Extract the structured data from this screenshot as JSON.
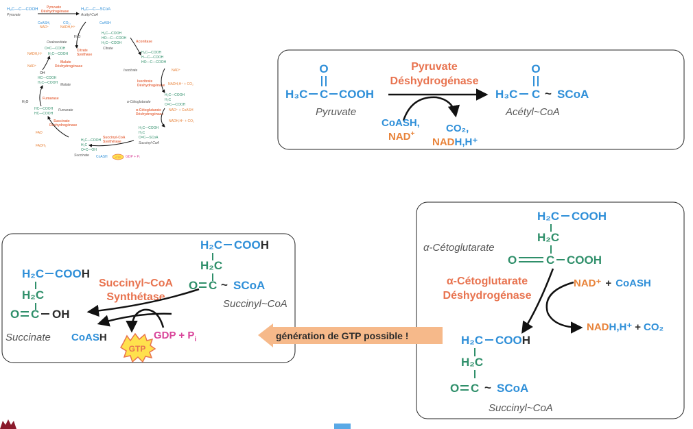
{
  "panel_top": {
    "pyruvate": {
      "h3c": "H₃C",
      "c": "C",
      "o": "O",
      "cooh": "COOH"
    },
    "acetyl": {
      "h3c": "H₃C",
      "c": "C",
      "o": "O",
      "tilde": "~",
      "scoa": "SCoA"
    },
    "enzyme_line1": "Pyruvate",
    "enzyme_line2": "Déshydrogénase",
    "label_pyruvate": "Pyruvate",
    "label_acetyl": "Acétyl~CoA",
    "in1": "CoASH,",
    "in2_a": "NAD",
    "in2_b": "+",
    "out1": "CO₂,",
    "out2_a": "NAD",
    "out2_b": "H,H⁺"
  },
  "panel_right": {
    "label_aketo": "α-Cétoglutarate",
    "enzyme_line1": "α-Cétoglutarate",
    "enzyme_line2": "Déshydrogénase",
    "in_nad": "NAD⁺",
    "in_plus": "+",
    "in_coash": "CoASH",
    "out_nad": "NAD",
    "out_h": "H,H⁺",
    "out_plus": "+",
    "out_co2": "CO₂",
    "label_succcoa": "Succinyl~CoA",
    "h2c": "H₂C",
    "cooh": "COOH",
    "coo": "COO",
    "h": "H",
    "o": "O",
    "c": "C",
    "tilde": "~",
    "scoa": "SCoA"
  },
  "panel_left": {
    "enzyme_line1": "Succinyl~CoA",
    "enzyme_line2": "Synthétase",
    "label_succinate": "Succinate",
    "label_succcoa": "Succinyl~CoA",
    "coa": "CoAS",
    "h": "H",
    "gtp": "GTP",
    "gdp": "GDP + P",
    "gdp_sub": "i",
    "h2c": "H₂C",
    "coo": "COO",
    "oh": "OH",
    "o": "O",
    "c": "C",
    "tilde": "~",
    "scoa": "SCoA"
  },
  "banner": "génération de GTP possible !",
  "thumb": {
    "pyruvate": "Pyruvate",
    "acetyl": "Acétyl-CoA",
    "oxalo": "Oxaloacétate",
    "citrate": "Citrate",
    "isocitrate": "Isocitrate",
    "akg": "α-Cétoglutarate",
    "succcoa": "Succinyl-CoA",
    "succinate": "Succinate",
    "fumarate": "Fumarate",
    "malate": "Malate",
    "e_pdh": "Pyruvate Déshydrogénase",
    "e_cs": "Citrate Synthase",
    "e_acon": "Aconitase",
    "e_idh": "Isocitrate Déshydrogénase",
    "e_akgdh": "α-Cétoglutarate Déshydrogénase",
    "e_scs": "Succinyl-CoA Synthétase",
    "e_sdh": "Succinate Déshydrogénase",
    "e_fum": "Fumarase",
    "e_mdh": "Malate Déshydrogénase",
    "gtp": "GTP"
  },
  "colors": {
    "blue": "#2f8fd8",
    "green": "#2f8f6a",
    "orange": "#e8833a",
    "salmon": "#e8734f",
    "pink": "#d9459a",
    "gtp_fill": "#ffe14d",
    "banner": "#f6b98a"
  }
}
